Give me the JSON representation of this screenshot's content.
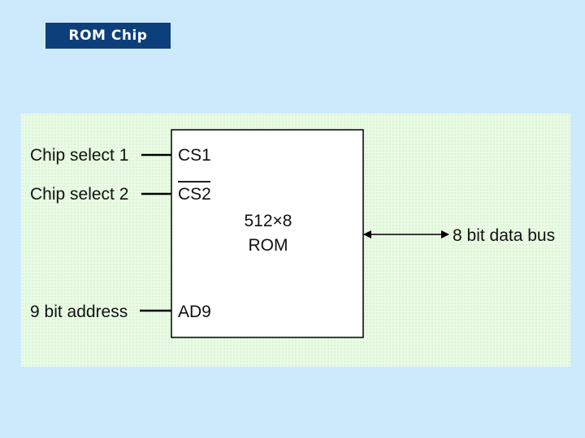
{
  "title": "ROM Chip",
  "diagram": {
    "chip": {
      "size_label": "512×8",
      "type_label": "ROM",
      "pins": {
        "cs1": "CS1",
        "cs2": "CS2",
        "ad9": "AD9"
      }
    },
    "inputs": {
      "chip_select_1": "Chip select 1",
      "chip_select_2": "Chip select 2",
      "address": "9 bit address"
    },
    "output": {
      "data_bus": "8 bit data bus"
    }
  }
}
